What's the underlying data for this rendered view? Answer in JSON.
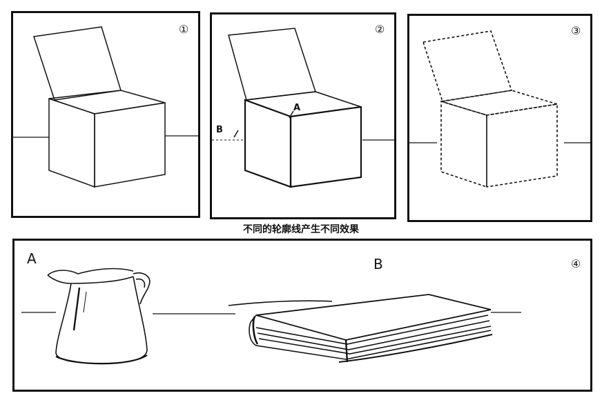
{
  "panels": [
    {
      "number": "①"
    },
    {
      "number": "②",
      "label_a": "A",
      "label_b": "B"
    },
    {
      "number": "③"
    },
    {
      "number": "④",
      "label_a": "A",
      "label_b": "B"
    }
  ],
  "caption": "不同的轮廓线产生不同效果",
  "colors": {
    "ink": "#111111",
    "paper": "#ffffff"
  }
}
